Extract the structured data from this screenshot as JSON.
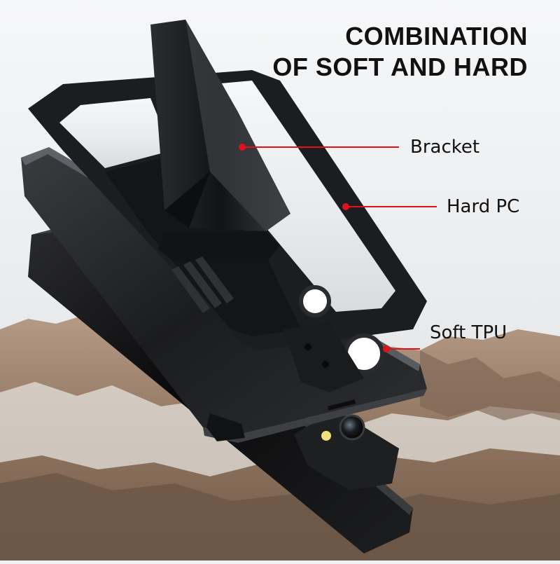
{
  "headline": {
    "line1": "COMBINATION",
    "line2": "OF SOFT AND HARD"
  },
  "callouts": [
    {
      "label": "Bracket"
    },
    {
      "label": "Hard PC"
    },
    {
      "label": "Soft TPU"
    }
  ],
  "colors": {
    "accent": "#e0111b",
    "case": "#1a1b1d",
    "phone": "#0b0b0c",
    "sky": "#eef0f2",
    "rock": "#9c7c64"
  }
}
